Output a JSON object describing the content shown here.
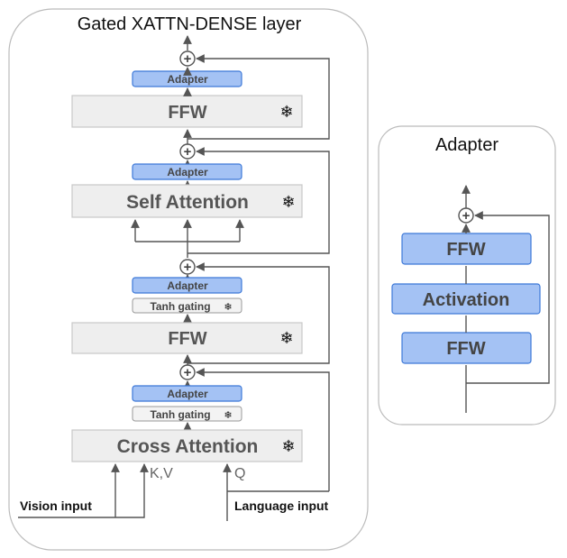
{
  "left_panel": {
    "title": "Gated XATTN-DENSE layer",
    "blocks": {
      "ffw_top": "FFW",
      "self_attention": "Self Attention",
      "ffw_mid": "FFW",
      "cross_attention": "Cross Attention"
    },
    "adapter_label": "Adapter",
    "tanh_gating_label": "Tanh gating",
    "inputs": {
      "vision": "Vision input",
      "language": "Language input",
      "kv": "K,V",
      "q": "Q"
    },
    "frozen_symbol": "❄"
  },
  "right_panel": {
    "title": "Adapter",
    "blocks": [
      "FFW",
      "Activation",
      "FFW"
    ]
  },
  "plus_symbol": "+",
  "colors": {
    "adapter_fill": "#a4c2f4",
    "adapter_stroke": "#3c78d8",
    "block_fill": "#eeeeee",
    "line": "#555555"
  }
}
